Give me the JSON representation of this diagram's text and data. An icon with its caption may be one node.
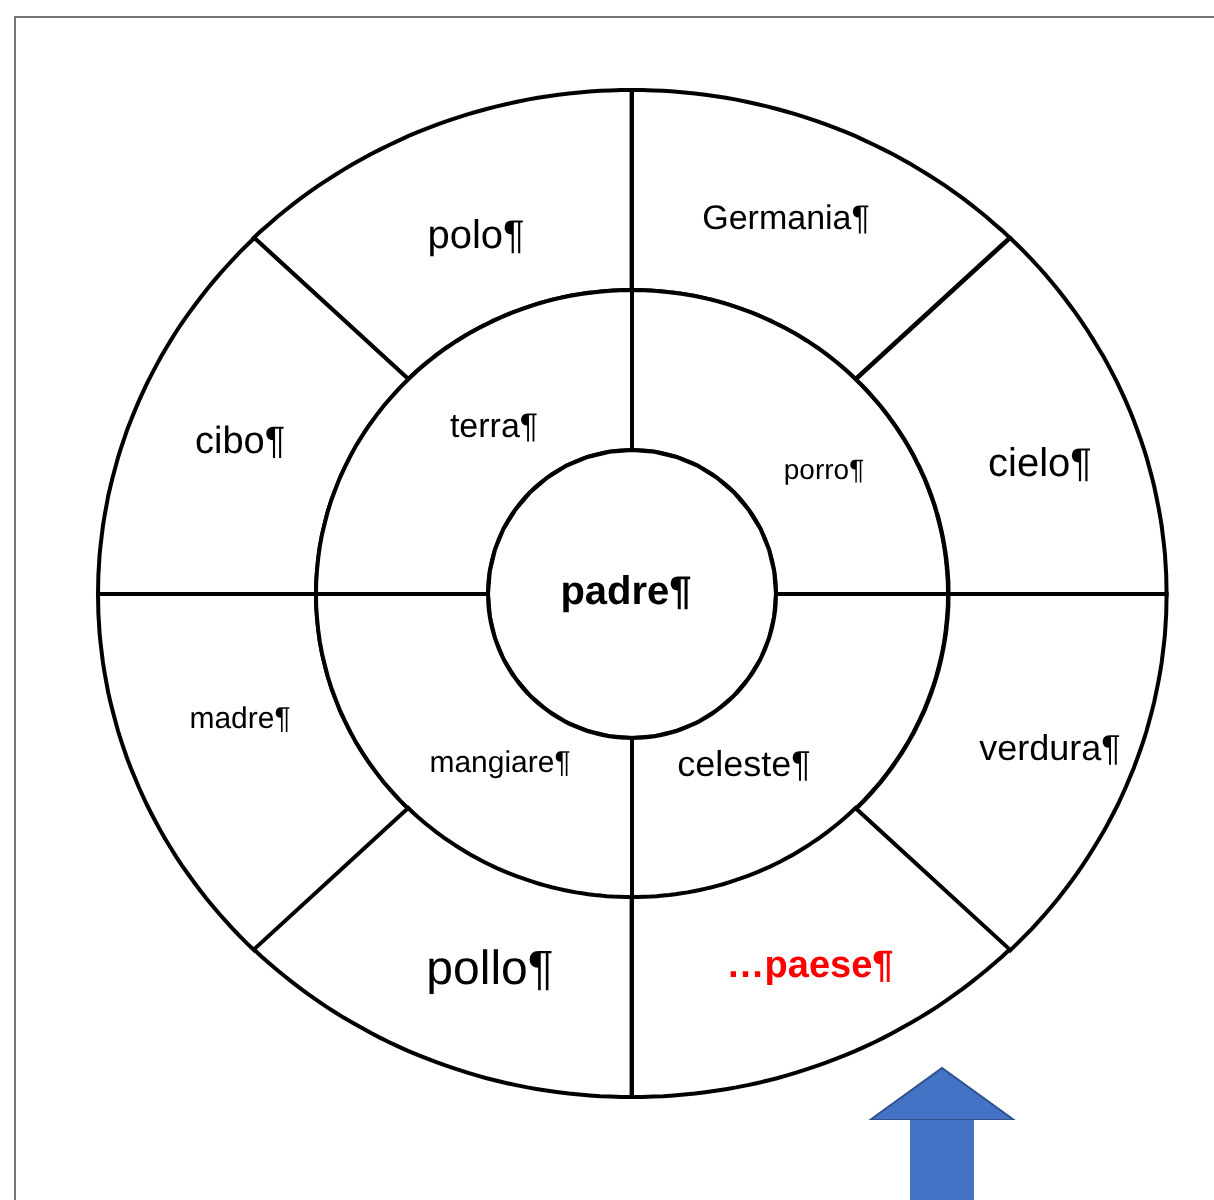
{
  "diagram": {
    "nodes": [
      {
        "text": [
          "polo¶"
        ]
      },
      {
        "text": [
          "Germania¶"
        ]
      },
      {
        "text": [
          "cibo¶"
        ]
      },
      {
        "text": [
          "terra¶"
        ]
      },
      {
        "text": [
          "porro¶"
        ]
      },
      {
        "text": [
          "cielo¶"
        ]
      },
      {
        "text": [
          "padre¶"
        ]
      },
      {
        "text": [
          "madre¶"
        ]
      },
      {
        "text": [
          "mangiare¶"
        ]
      },
      {
        "text": [
          "celeste¶"
        ]
      },
      {
        "text": [
          "verdura¶"
        ]
      },
      {
        "text": [
          "pollo¶"
        ]
      },
      {
        "text": [
          "…paese¶"
        ]
      }
    ],
    "edges": [
      {
        "from": null,
        "to": 12,
        "arrow": "to"
      }
    ]
  }
}
